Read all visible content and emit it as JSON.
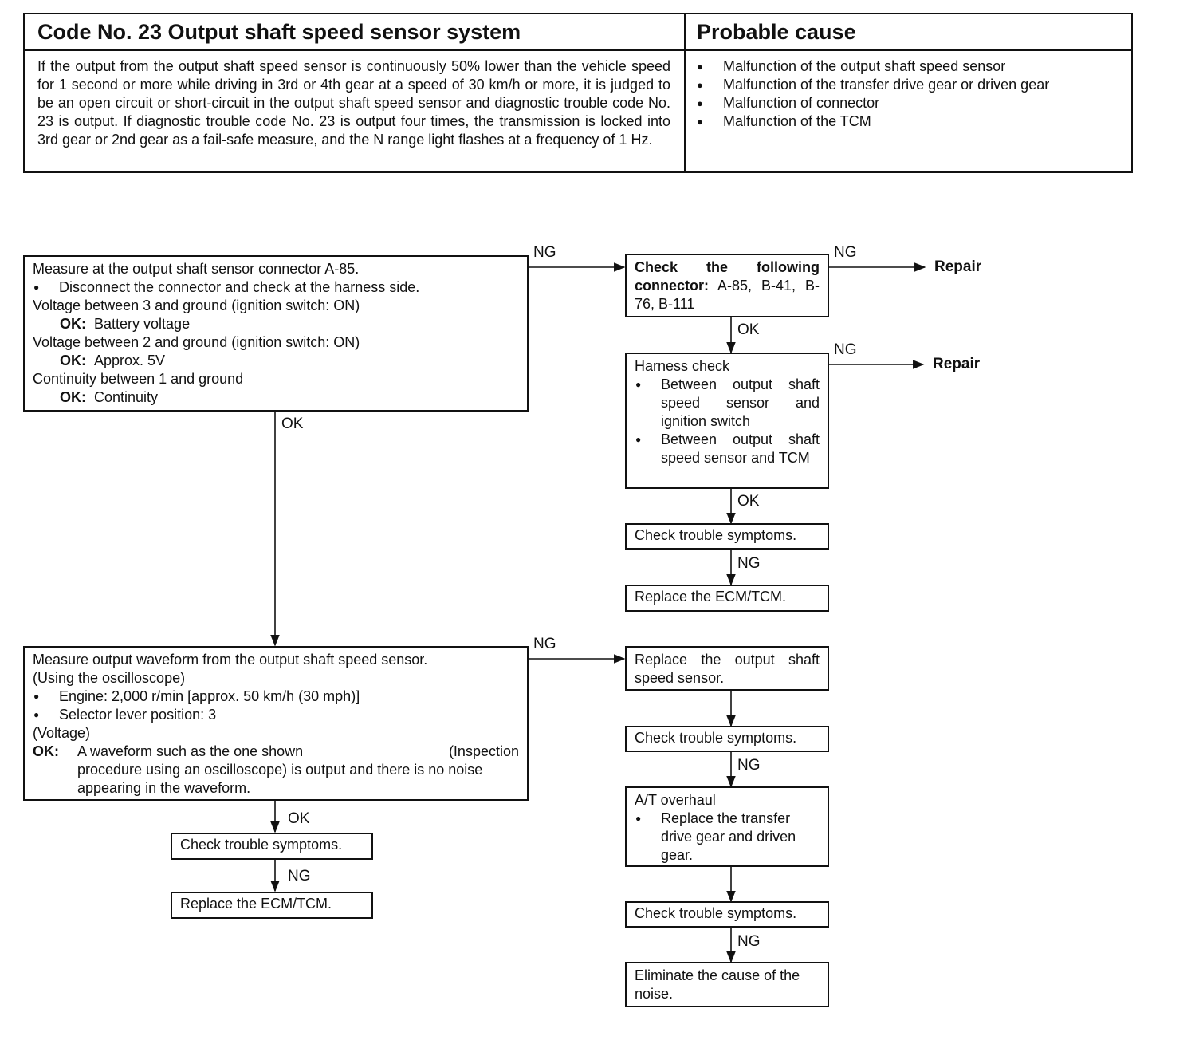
{
  "header": {
    "title": "Code No. 23 Output shaft speed sensor system",
    "cause_title": "Probable cause",
    "description": "If the output from the output shaft speed sensor is continuously 50% lower than the vehicle speed for 1 second or more while driving in 3rd or 4th gear at a speed of 30 km/h or more, it is judged to be an open circuit or short-circuit in the output shaft speed sensor and diagnostic trouble code No. 23 is output. If diagnostic trouble code No. 23 is output four times, the transmission is locked into 3rd gear or 2nd gear as a fail-safe measure, and the N range light flashes at a frequency of 1 Hz.",
    "causes": [
      "Malfunction of the output shaft speed sensor",
      "Malfunction of the transfer drive gear or driven gear",
      "Malfunction of connector",
      "Malfunction of the TCM"
    ]
  },
  "labels": {
    "ng": "NG",
    "ok": "OK",
    "repair": "Repair"
  },
  "boxes": {
    "measure_connector": {
      "l1": "Measure at the output shaft sensor connector A-85.",
      "l2": "Disconnect the connector and check at the harness side.",
      "l3": "Voltage between 3 and ground (ignition switch: ON)",
      "ok_key": "OK:",
      "l4": "Battery voltage",
      "l5": "Voltage between 2 and ground (ignition switch: ON)",
      "l6": "Approx. 5V",
      "l7": "Continuity between 1 and ground",
      "l8": "Continuity"
    },
    "check_connector": {
      "bold": "Check the following connector:",
      "rest": "A-85, B-41, B-76, B-111"
    },
    "harness": {
      "title": "Harness check",
      "b1": "Between output shaft speed sensor and ignition switch",
      "b2": "Between output shaft speed sensor and TCM"
    },
    "check_symptoms": "Check trouble symptoms.",
    "replace_ecm": "Replace the ECM/TCM.",
    "measure_waveform": {
      "l1": "Measure output waveform from the output shaft speed sensor.",
      "l2": "(Using the oscilloscope)",
      "b1": "Engine: 2,000 r/min [approx. 50 km/h (30 mph)]",
      "b2": "Selector lever position: 3",
      "l3": "(Voltage)",
      "ok_key": "OK:",
      "ok_a": "A waveform such as the one shown",
      "ok_b": "(Inspection",
      "ok_rest": "procedure using an oscilloscope) is output and there is no noise appearing in the waveform."
    },
    "replace_sensor": "Replace the output shaft speed sensor.",
    "overhaul": {
      "title": "A/T overhaul",
      "b1": "Replace the transfer drive gear and driven gear."
    },
    "eliminate": "Eliminate the cause of the noise."
  }
}
